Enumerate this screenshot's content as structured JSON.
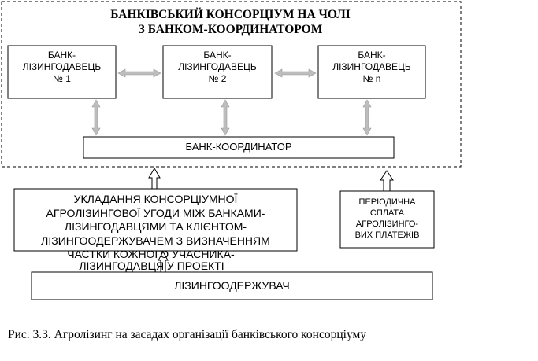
{
  "consortium": {
    "title_line1": "БАНКІВСЬКИЙ КОНСОРЦІУМ НА ЧОЛІ",
    "title_line2": "З БАНКОМ-КООРДИНАТОРОМ"
  },
  "banks": [
    {
      "line1": "БАНК-",
      "line2": "ЛІЗИНГОДАВЕЦЬ",
      "line3": "№ 1"
    },
    {
      "line1": "БАНК-",
      "line2": "ЛІЗИНГОДАВЕЦЬ",
      "line3": "№ 2"
    },
    {
      "line1": "БАНК-",
      "line2": "ЛІЗИНГОДАВЕЦЬ",
      "line3": "№ n"
    }
  ],
  "coordinator": {
    "label": "БАНК-КООРДИНАТОР"
  },
  "agreement": {
    "line1": "УКЛАДАННЯ КОНСОРЦІУМНОЇ",
    "line2": "АГРОЛІЗИНГОВОЇ УГОДИ МІЖ БАНКАМИ-",
    "line3": "ЛІЗИНГОДАВЦЯМИ ТА КЛІЄНТОМ-",
    "line4": "ЛІЗИНГООДЕРЖУВАЧЕМ З ВИЗНАЧЕННЯМ",
    "line5": "ЧАСТКИ КОЖНОГО УЧАСНИКА-",
    "line6": "ЛІЗИНГОДАВЦЯ У ПРОЕКТІ"
  },
  "payments": {
    "line1": "ПЕРІОДИЧНА",
    "line2": "СПЛАТА",
    "line3": "АГРОЛІЗИНГО-",
    "line4": "ВИХ ПЛАТЕЖІВ"
  },
  "lessee": {
    "label": "ЛІЗИНГООДЕРЖУВАЧ"
  },
  "caption": "Рис. 3.3. Агролізинг на засадах організації банківського консорціуму"
}
